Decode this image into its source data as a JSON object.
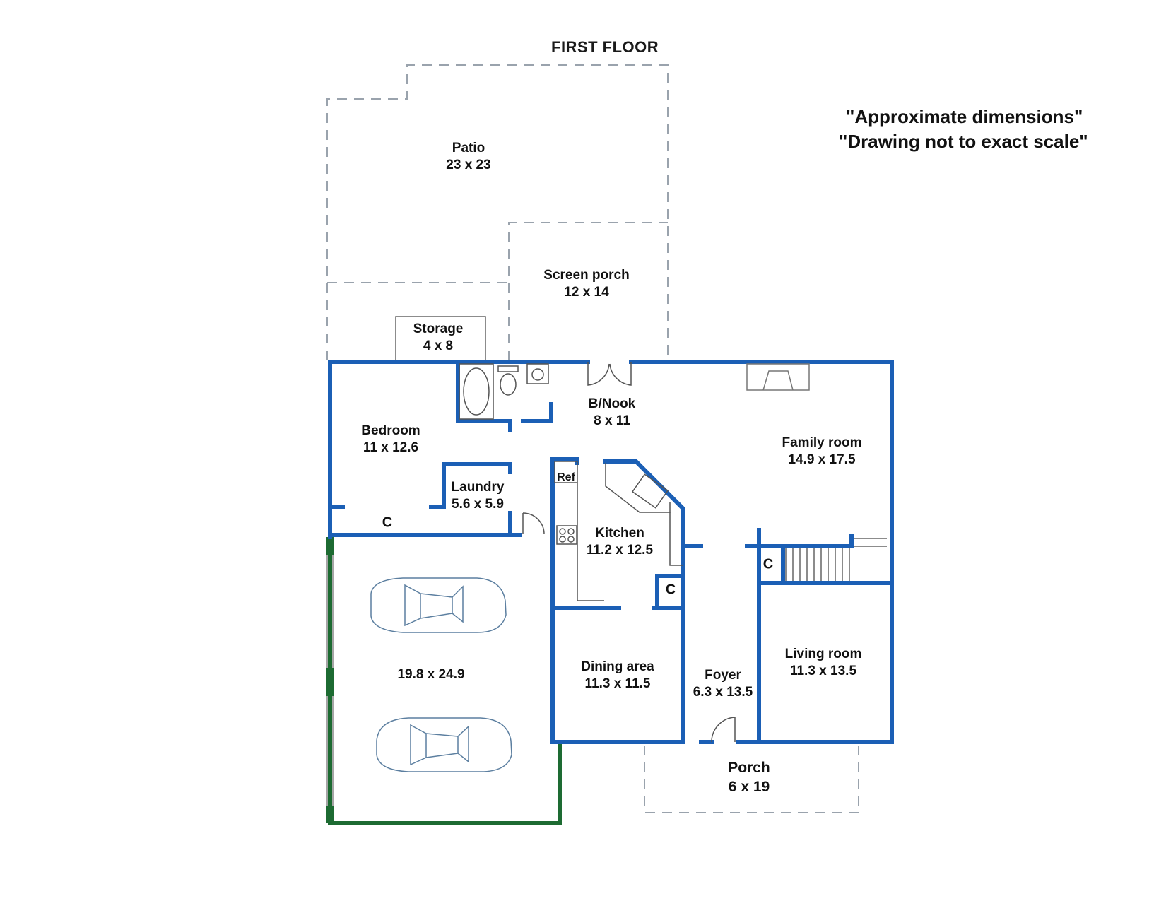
{
  "title": "FIRST FLOOR",
  "notes": [
    "\"Approximate dimensions\"",
    "\"Drawing not to exact scale\""
  ],
  "rooms": {
    "patio": {
      "name": "Patio",
      "size": "23 x 23"
    },
    "screen_porch": {
      "name": "Screen porch",
      "size": "12 x 14"
    },
    "storage": {
      "name": "Storage",
      "size": "4 x 8"
    },
    "bnook": {
      "name": "B/Nook",
      "size": "8 x 11"
    },
    "bedroom": {
      "name": "Bedroom",
      "size": "11 x 12.6"
    },
    "family_room": {
      "name": "Family room",
      "size": "14.9 x 17.5"
    },
    "laundry": {
      "name": "Laundry",
      "size": "5.6 x 5.9"
    },
    "kitchen": {
      "name": "Kitchen",
      "size": "11.2 x 12.5"
    },
    "garage": {
      "name": "",
      "size": "19.8 x 24.9"
    },
    "dining_area": {
      "name": "Dining area",
      "size": "11.3 x 11.5"
    },
    "foyer": {
      "name": "Foyer",
      "size": "6.3 x 13.5"
    },
    "living_room": {
      "name": "Living room",
      "size": "11.3 x 13.5"
    },
    "porch": {
      "name": "Porch",
      "size": "6 x 19"
    }
  },
  "fixtures": {
    "ref": "Ref"
  },
  "closets": {
    "bedroom": "C",
    "kitchen": "C",
    "stair": "C"
  },
  "colors": {
    "wall": "#1b5fb5",
    "garage_wall": "#1d6b32",
    "dashed": "#9aa3ad",
    "fixture": "#555555"
  }
}
